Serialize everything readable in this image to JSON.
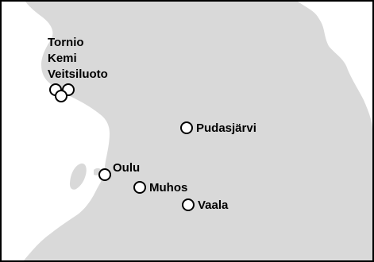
{
  "map": {
    "colors": {
      "land": "#d9d9d9",
      "sea": "#ffffff",
      "frame": "#000000",
      "marker": "#ffffff"
    },
    "places": [
      {
        "id": "tornio",
        "name": "Tornio"
      },
      {
        "id": "kemi",
        "name": "Kemi"
      },
      {
        "id": "veitsiluoto",
        "name": "Veitsiluoto"
      },
      {
        "id": "pudasjarvi",
        "name": "Pudasjärvi"
      },
      {
        "id": "oulu",
        "name": "Oulu"
      },
      {
        "id": "muhos",
        "name": "Muhos"
      },
      {
        "id": "vaala",
        "name": "Vaala"
      }
    ]
  }
}
